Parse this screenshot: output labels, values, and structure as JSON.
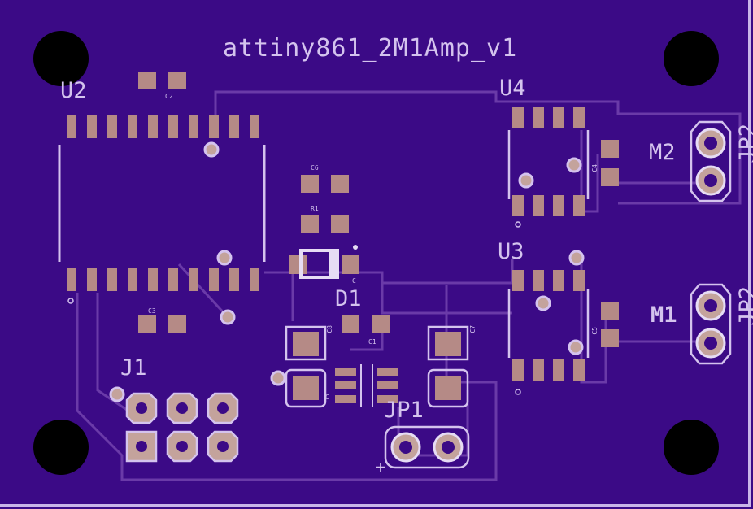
{
  "board": {
    "title": "attiny861_2M1Amp_v1",
    "colors": {
      "board": "#3b0a86",
      "silk": "#d4c3ee",
      "copper": "#b58a86",
      "trace": "#6a3aa8",
      "hole": "#000000"
    },
    "designators": {
      "u2": "U2",
      "u4": "U4",
      "u3": "U3",
      "d1": "D1",
      "j1": "J1",
      "jp1": "JP1",
      "m2": "M2",
      "m1": "M1",
      "jp2a": "JP2",
      "jp2b": "JP2"
    },
    "small_labels": {
      "c2": "C2",
      "c3": "C3",
      "c6": "C6",
      "r1": "R1",
      "c": "C",
      "c1": "C1",
      "c8": "C8",
      "c7": "C7",
      "c4": "C4",
      "c5": "C5",
      "c_low": "C"
    },
    "plus_sign": "+"
  }
}
